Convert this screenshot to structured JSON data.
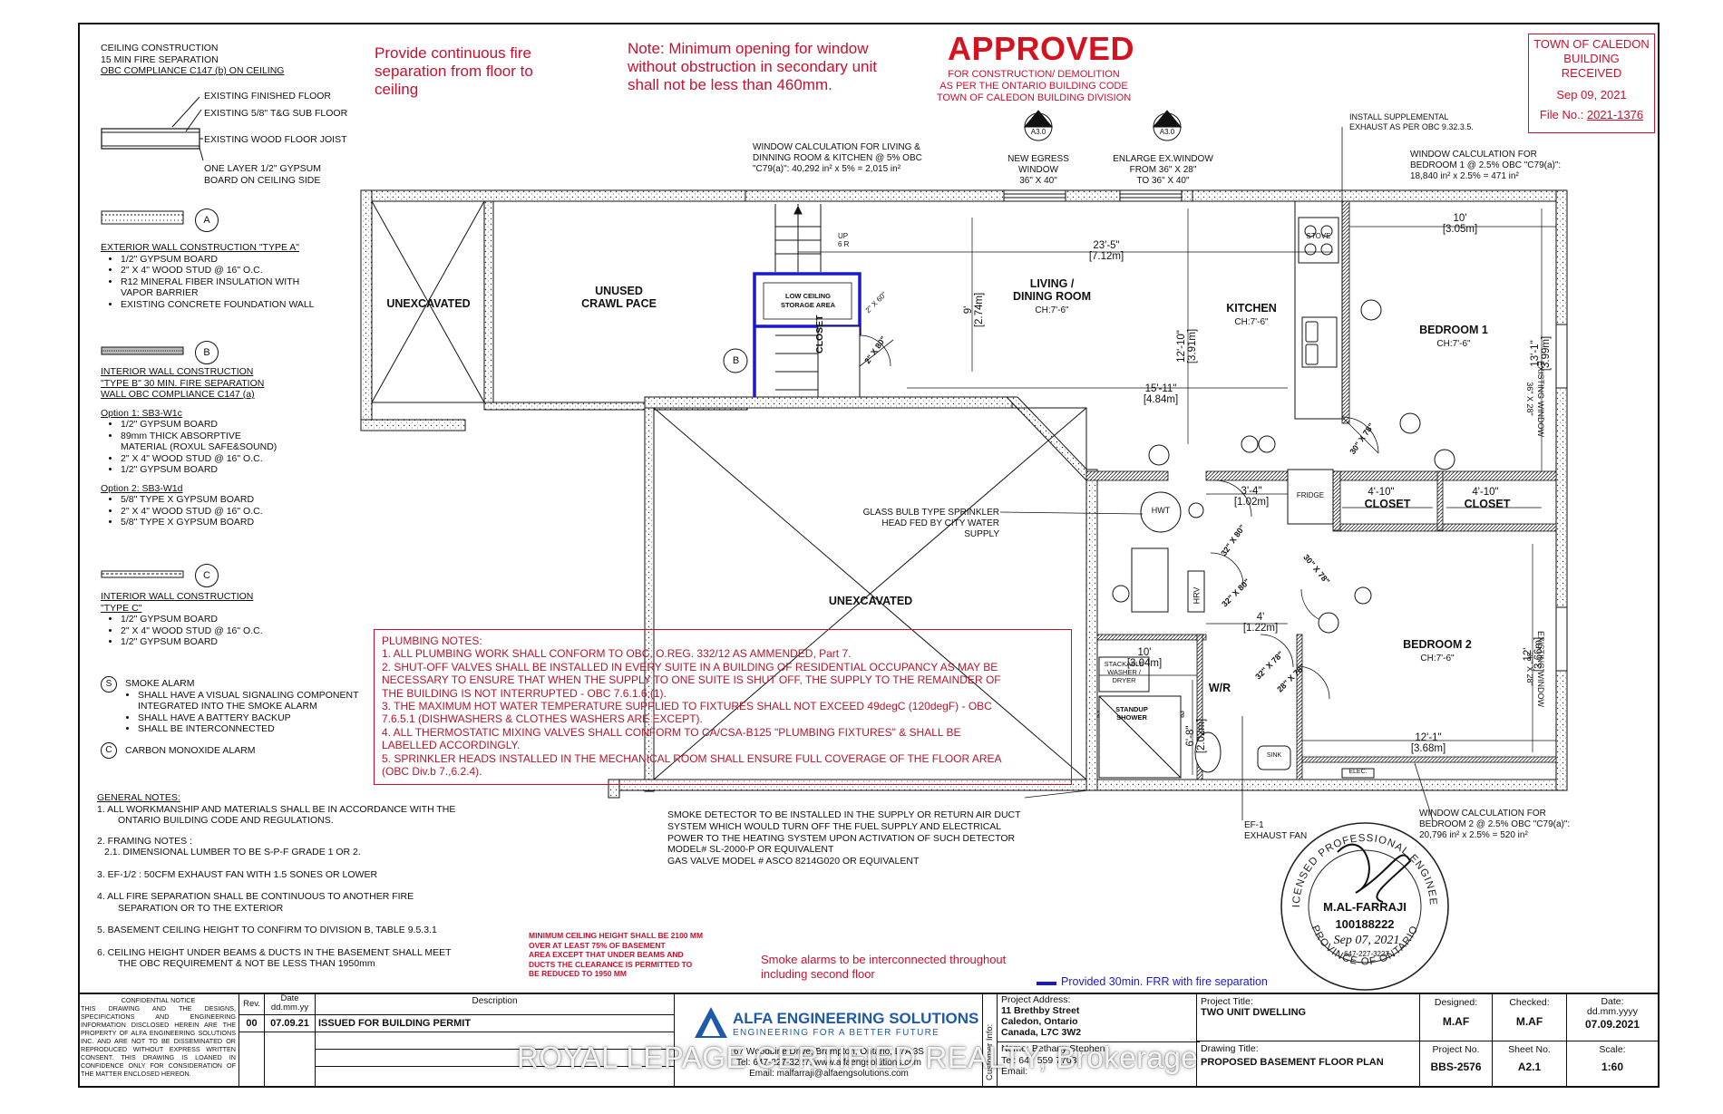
{
  "legend": {
    "ceiling": {
      "title1": "CEILING CONSTRUCTION",
      "title2": "15 MIN FIRE SEPARATION",
      "title3": "OBC COMPLIANCE C147 (b) ON CEILING",
      "c1": "EXISTING FINISHED FLOOR",
      "c2": "EXISTING 5/8\" T&G SUB FLOOR",
      "c3": "EXISTING WOOD FLOOR JOIST",
      "c4a": "ONE LAYER 1/2\" GYPSUM",
      "c4b": "BOARD ON CEILING SIDE"
    },
    "typeA": {
      "tag": "A",
      "title": "EXTERIOR WALL CONSTRUCTION \"TYPE A\"",
      "items": [
        "1/2\" GYPSUM BOARD",
        "2\" X 4\" WOOD STUD @ 16\" O.C.",
        "R12 MINERAL FIBER INSULATION WITH",
        "VAPOR BARRIER",
        "EXISTING CONCRETE FOUNDATION WALL"
      ]
    },
    "typeB": {
      "tag": "B",
      "t1": "INTERIOR WALL CONSTRUCTION",
      "t2": "\"TYPE B\" 30 MIN. FIRE SEPARATION",
      "t3": "WALL OBC COMPLIANCE C147 (a)",
      "opt1": "Option 1: SB3-W1c",
      "opt1_items": [
        "1/2\" GYPSUM BOARD",
        "89mm THICK ABSORPTIVE",
        "MATERIAL (ROXUL SAFE&SOUND)",
        "2\" X 4\" WOOD STUD @ 16\" O.C.",
        "1/2\" GYPSUM BOARD"
      ],
      "opt2": "Option 2: SB3-W1d",
      "opt2_items": [
        "5/8\" TYPE X GYPSUM BOARD",
        "2\" X 4\" WOOD STUD @ 16\" O.C.",
        "5/8\" TYPE X GYPSUM BOARD"
      ]
    },
    "typeC": {
      "tag": "C",
      "t1": "INTERIOR WALL CONSTRUCTION",
      "t2": "\"TYPE C\"",
      "items": [
        "1/2\" GYPSUM BOARD",
        "2\" X 4\" WOOD STUD @ 16\" O.C.",
        "1/2\" GYPSUM BOARD"
      ]
    },
    "smoke": {
      "tag": "S",
      "title": "SMOKE ALARM",
      "items": [
        "SHALL HAVE A VISUAL SIGNALING COMPONENT",
        "INTEGRATED INTO THE SMOKE ALARM",
        "SHALL HAVE A BATTERY BACKUP",
        "SHALL BE INTERCONNECTED"
      ],
      "co_tag": "C",
      "co": "CARBON MONOXIDE ALARM"
    }
  },
  "general_notes": {
    "title": "GENERAL NOTES:",
    "n1a": "1.    ALL WORKMANSHIP AND MATERIALS SHALL BE IN ACCORDANCE WITH THE",
    "n1b": "ONTARIO BUILDING CODE AND REGULATIONS.",
    "n2": "2.    FRAMING NOTES :",
    "n21": "2.1.      DIMENSIONAL LUMBER TO BE S-P-F GRADE 1 OR 2.",
    "n3": "3.    EF-1/2 : 50CFM EXHAUST FAN WITH 1.5 SONES OR LOWER",
    "n4a": "4.    ALL FIRE SEPARATION SHALL BE CONTINUOUS TO ANOTHER FIRE",
    "n4b": "SEPARATION OR TO THE EXTERIOR",
    "n5": "5.    BASEMENT CEILING HEIGHT TO CONFIRM TO DIVISION B, TABLE 9.5.3.1",
    "n6a": "6.    CEILING HEIGHT UNDER BEAMS & DUCTS IN THE BASEMENT SHALL MEET",
    "n6b": "THE OBC REQUIREMENT & NOT BE LESS THAN 1950mm"
  },
  "notes_top": {
    "fire_sep": [
      "Provide continuous fire",
      "separation from floor to",
      "ceiling"
    ],
    "window_min": [
      "Note: Minimum opening for window",
      "without obstruction in secondary unit",
      "shall not be less than 460mm."
    ]
  },
  "approved": {
    "word": "APPROVED",
    "l1": "FOR CONSTRUCTION/ DEMOLITION",
    "l2": "AS PER THE ONTARIO BUILDING CODE",
    "l3": "TOWN OF CALEDON BUILDING DIVISION"
  },
  "stamp_box": {
    "l1": "TOWN OF CALEDON",
    "l2": "BUILDING",
    "l3": "RECEIVED",
    "date": "Sep 09, 2021",
    "file_label": "File No.:",
    "file_no": "2021-1376"
  },
  "plan": {
    "unexcavated1": "UNEXCAVATED",
    "crawl1": "UNUSED",
    "crawl2": "CRAWL PACE",
    "low_ceiling1": "LOW CEILING",
    "low_ceiling2": "STORAGE AREA",
    "up": "UP",
    "up2": "6 R",
    "closet_v": "CLOSET",
    "door_2x80": "2\" X 80\"",
    "door_2x60": "2\" X 60\"",
    "living1": "LIVING /",
    "living2": "DINING ROOM",
    "living_ch": "CH:7'-6\"",
    "kitchen": "KITCHEN",
    "kitchen_ch": "CH:7'-6\"",
    "bed1": "BEDROOM 1",
    "bed1_ch": "CH:7'-6\"",
    "bed2": "BEDROOM 2",
    "bed2_ch": "CH:7'-6\"",
    "closet1": "CLOSET",
    "closet2": "CLOSET",
    "fridge": "FRIDGE",
    "stove": "STOVE",
    "hwt": "HWT",
    "hrv": "HRV",
    "wr": "W/R",
    "washer1": "STACKABLE",
    "washer2": "WASHER /",
    "washer3": "DRYER",
    "shower1": "STANDUP",
    "shower2": "SHOWER",
    "sink": "SINK",
    "elec": "ELEC.",
    "unexcavated2": "UNEXCAVATED",
    "dim_23_5": "23'-5\"",
    "dim_7_12": "[7.12m]",
    "dim_9": "9'",
    "dim_2_74": "[2.74m]",
    "dim_12_10": "12'-10\"",
    "dim_3_91": "[3.91m]",
    "dim_15_11": "15'-11\"",
    "dim_4_84": "[4.84m]",
    "dim_10a": "10'",
    "dim_3_05": "[3.05m]",
    "dim_13_1": "13'-1\"",
    "dim_3_99": "[3.99m]",
    "dim_3_4": "3'-4\"",
    "dim_1_02": "[1.02m]",
    "dim_4_10a": "4'-10\"",
    "dim_4_10b": "4'-10\"",
    "dim_4": "4'",
    "dim_1_22": "[1.22m]",
    "dim_10b": "10'",
    "dim_3_04": "[3.04m]",
    "dim_6_8": "6'-8\"",
    "dim_2_02": "[2.02m]",
    "dim_12": "12'",
    "dim_3_66": "[3.66m]",
    "dim_12_1": "12'-1\"",
    "dim_3_68": "[3.68m]",
    "door_30x78a": "30\" X 78\"",
    "door_32x80a": "32\" X 80\"",
    "door_32x80b": "32\" X 80\"",
    "door_30x78b": "30\" X 78\"",
    "door_32x78": "32\" X 78\"",
    "door_28x78": "28\" X 78\"",
    "ex_window_r1": "EXISTING WINDOW",
    "ex_window_r1b": "36\" X 28\"",
    "ex_window_r2": "EXISTING WINDOW",
    "ex_window_r2b": "36\" X 28\"",
    "sprinkler1": "GLASS BULB TYPE SPRINKLER",
    "sprinkler2": "HEAD FED BY CITY WATER SUPPLY",
    "sec_a": "A",
    "sec_a_sheet": "A3.0",
    "egress1": "NEW EGRESS",
    "egress2": "WINDOW",
    "egress3": "36\" X 40\"",
    "enlarge1": "ENLARGE EX.WINDOW",
    "enlarge2": "FROM 36\" X 28\"",
    "enlarge3": "TO 36\" X 40\"",
    "wcalc_living1": "WINDOW CALCULATION FOR LIVING &",
    "wcalc_living2": "DINNING ROOM & KITCHEN @ 5% OBC",
    "wcalc_living3": "\"C79(a)\":  40,292 in² x 5% = 2,015 in²",
    "wcalc_bed1a": "WINDOW CALCULATION FOR",
    "wcalc_bed1b": "BEDROOM 1 @ 2.5% OBC \"C79(a)\":",
    "wcalc_bed1c": "18,840 in² x 2.5% = 471 in²",
    "exhaust1": "INSTALL SUPPLEMENTAL",
    "exhaust2": "EXHAUST AS PER OBC 9.32.3.5.",
    "smoke_det1": "SMOKE DETECTOR TO BE INSTALLED IN THE SUPPLY OR RETURN AIR DUCT",
    "smoke_det2": "SYSTEM WHICH WOULD TURN OFF THE FUEL SUPPLY AND ELECTRICAL",
    "smoke_det3": "POWER TO THE HEATING SYSTEM UPON ACTIVATION OF SUCH DETECTOR",
    "smoke_det4": "MODEL# SL-2000-P OR EQUIVALENT",
    "smoke_det5": "GAS VALVE MODEL # ASCO 8214G020 OR EQUIVALENT",
    "ef1a": "EF-1",
    "ef1b": "EXHAUST FAN",
    "wcalc_bed2a": "WINDOW CALCULATION FOR",
    "wcalc_bed2b": "BEDROOM 2 @ 2.5% OBC \"C79(a)\":",
    "wcalc_bed2c": "20,796 in² x 2.5% = 520 in²"
  },
  "plumbing": {
    "title": "PLUMBING NOTES:",
    "p1": "1. ALL PLUMBING WORK SHALL CONFORM TO OBC, O.REG. 332/12 AS AMMENDED, Part 7.",
    "p2a": "2. SHUT-OFF VALVES SHALL BE INSTALLED IN EVERY SUITE IN A BUILDING OF RESIDENTIAL OCCUPANCY AS MAY BE",
    "p2b": "NECESSARY TO ENSURE THAT WHEN THE SUPPLY TO ONE SUITE IS SHUT OFF, THE SUPPLY TO THE REMAINDER OF",
    "p2c": "THE BUILDING IS NOT INTERRUPTED - OBC 7.6.1.6.(1).",
    "p3a": "3. THE MAXIMUM HOT WATER TEMPERATURE SUPPLIED TO FIXTURES SHALL NOT EXCEED 49degC (120degF) - OBC",
    "p3b": "7.6.5.1 (DISHWASHERS & CLOTHES WASHERS ARE EXCEPT).",
    "p4a": "4. ALL THERMOSTATIC MIXING VALVES SHALL CONFORM TO CA/CSA-B125 \"PLUMBING FIXTURES\" & SHALL BE",
    "p4b": "LABELLED ACCORDINGLY.",
    "p5a": "5. SPRINKLER HEADS INSTALLED IN THE MECHANICAL ROOM SHALL ENSURE FULL COVERAGE OF THE FLOOR AREA",
    "p5b": "(OBC Div.b 7.,6.2.4)."
  },
  "bottom_notes": {
    "ceiling1": "MINIMUM CEILING HEIGHT SHALL BE 2100 MM",
    "ceiling2": "OVER AT LEAST 75% OF BASEMENT",
    "ceiling3": "AREA EXCEPT THAT UNDER BEAMS AND",
    "ceiling4": "DUCTS THE CLEARANCE IS PERMITTED TO",
    "ceiling5": "BE REDUCED TO 1950 MM",
    "smoke1": "Smoke alarms to be interconnected throughout",
    "smoke2": "including second floor",
    "frr": "Provided 30min. FRR with fire separation"
  },
  "seal": {
    "arc_top": "LICENSED PROFESSIONAL ENGINEER",
    "arc_bottom": "PROVINCE OF ONTARIO",
    "name": "M.AL-FARRAJI",
    "number": "100188222",
    "date": "Sep 07, 2021",
    "phone": "647-227-3227"
  },
  "title_block": {
    "confidential": [
      "CONFIDENTIAL NOTICE",
      "THIS DRAWING AND THE DESIGNS, SPECIFICATIONS AND ENGINEERING INFORMATION DISCLOSED HEREIN ARE THE PROPERTY OF ALFA ENGINEERING SOLUTIONS INC. AND ARE NOT TO BE DISSEMINATED OR REPRODUCED WITHOUT EXPRESS WRITTEN CONSENT. THIS DRAWING IS LOANED IN CONFIDENCE ONLY FOR CONSIDERATION OF THE MATTER ENCLOSED HEREON."
    ],
    "rev_label": "Rev.",
    "date_label": "Date",
    "date_fmt": "dd.mm.yy",
    "desc_label": "Description",
    "rev": "00",
    "rev_date": "07.09.21",
    "rev_desc": "ISSUED FOR BUILDING PERMIT",
    "company": "ALFA ENGINEERING SOLUTIONS",
    "tagline": "ENGINEERING FOR A BETTER FUTURE",
    "address": "67 Woodbine Drive, Brampton, Ontario, L7A 3S",
    "tel": "Tel: 647-227-3227, www.alfaengsolutions.com",
    "email": "Email: malfarraji@alfaengsolutions.com",
    "customer_info": "Customer Info:",
    "project_address_label": "Project Address:",
    "addr1": "11 Brethby Street",
    "addr2": "Caledon, Ontario",
    "addr3": "Canada,  L7C 3W2",
    "name_label": "Name:",
    "name_val": "Bethany Stephen",
    "tel_label": "Tel:",
    "tel_val": "647 559 7703",
    "email_label": "Email:",
    "project_title_label": "Project Title:",
    "project_title": "TWO UNIT DWELLING",
    "drawing_title_label": "Drawing Title:",
    "drawing_title": "PROPOSED BASEMENT FLOOR PLAN",
    "designed_label": "Designed:",
    "designed": "M.AF",
    "checked_label": "Checked:",
    "checked": "M.AF",
    "tb_date_label": "Date:",
    "tb_date_fmt": "dd.mm.yyyy",
    "tb_date": "07.09.2021",
    "project_no_label": "Project No.",
    "project_no": "BBS-2576",
    "sheet_label": "Sheet No.",
    "sheet": "A2.1",
    "scale_label": "Scale:",
    "scale": "1:60"
  },
  "watermark": "ROYAL LEPAGE CERTIFIED REALTY, Brokerage",
  "colors": {
    "red": "#c8102e",
    "blue": "#1a1acc",
    "logo_blue": "#1e5aa8"
  }
}
